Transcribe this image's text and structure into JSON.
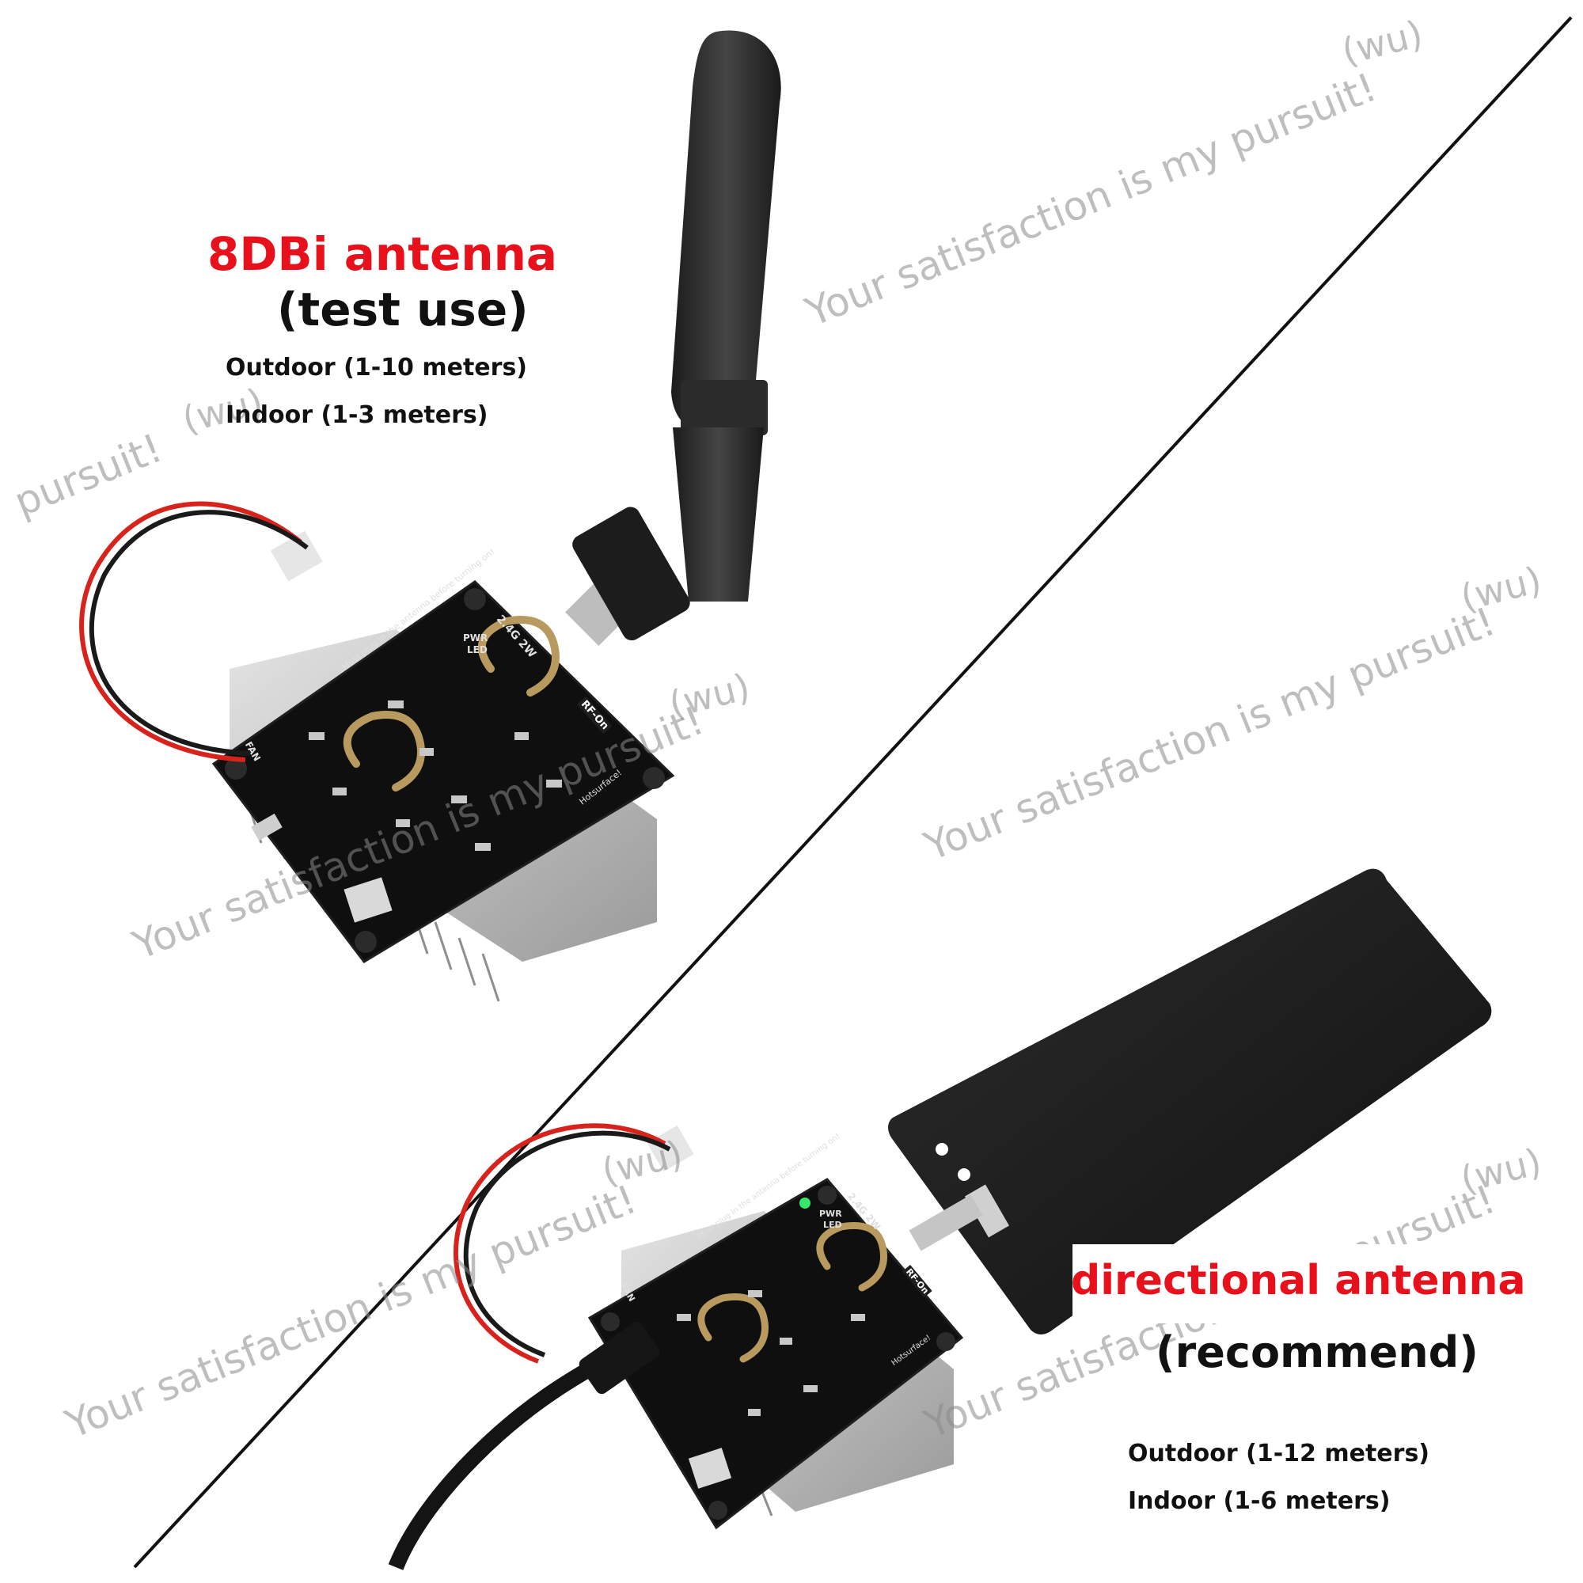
{
  "top": {
    "title": "8DBi antenna",
    "subtitle": "(test use)",
    "outdoor": "Outdoor (1-10 meters)",
    "indoor": "Indoor (1-3 meters)"
  },
  "bottom": {
    "title": "directional antenna",
    "subtitle": "(recommend)",
    "outdoor": "Outdoor (1-12 meters)",
    "indoor": "Indoor (1-6 meters)"
  },
  "board": {
    "notice": "Must plug in the antenna before turning on!",
    "band": "2.4G 2W",
    "pwr_label": "PWR",
    "led_label": "LED",
    "fan_label": "FAN",
    "brand": "Hotsurface!",
    "logo": "RF-On"
  },
  "watermark": {
    "slogan": "Your satisfaction is my pursuit!",
    "fragment": "pursuit!",
    "tag": "(wu)"
  },
  "colors": {
    "accent_red": "#e8101a",
    "pcb": "#101010",
    "heatsink": "#c9c9c9",
    "wire_red": "#d8231c",
    "wire_black": "#1a1a1a",
    "trace_gold": "#b99a5e",
    "antenna": "#2a2a2a",
    "led_green": "#35e86a"
  }
}
